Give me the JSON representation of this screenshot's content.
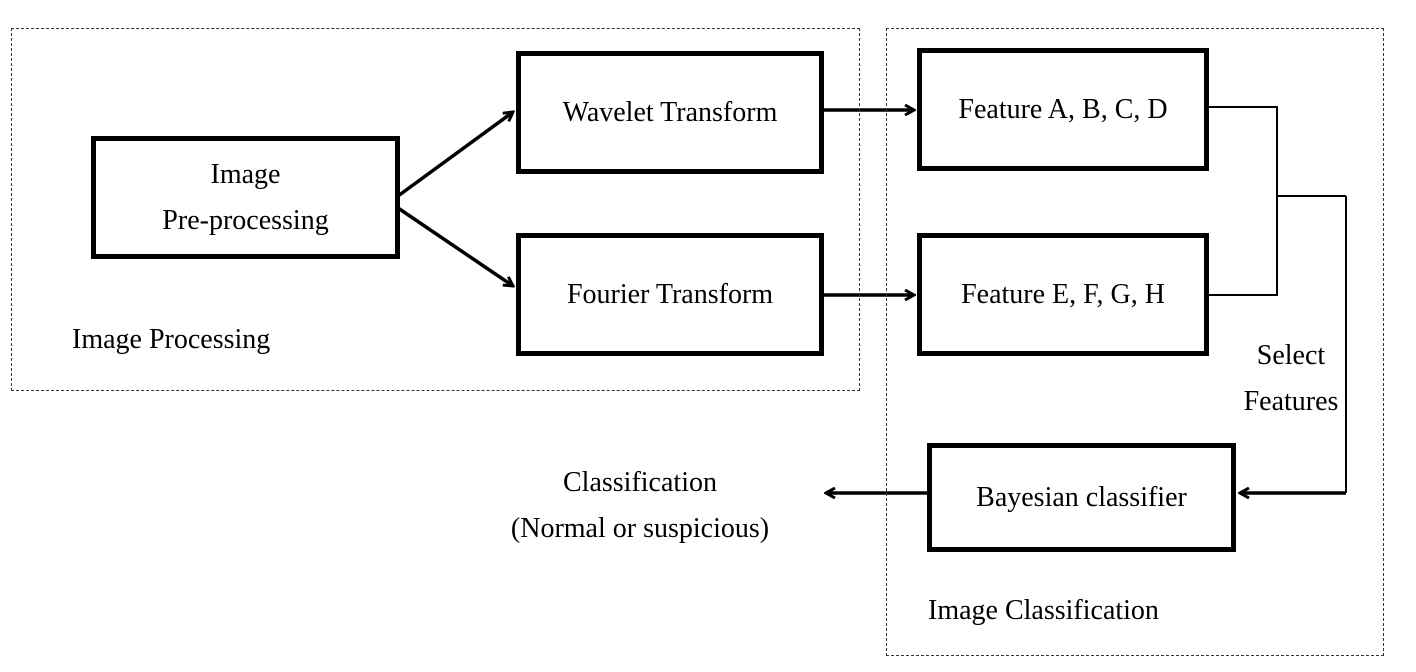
{
  "groups": {
    "image_processing": "Image Processing",
    "image_classification": "Image Classification"
  },
  "nodes": {
    "preprocessing": {
      "line1": "Image",
      "line2": "Pre-processing"
    },
    "wavelet": "Wavelet Transform",
    "fourier": "Fourier Transform",
    "features_abcd": "Feature A, B, C, D",
    "features_efgh": "Feature E, F, G, H",
    "classifier": "Bayesian classifier"
  },
  "labels": {
    "select_features": {
      "line1": "Select",
      "line2": "Features"
    },
    "output": {
      "line1": "Classification",
      "line2": "(Normal or suspicious)"
    }
  },
  "edges": [
    {
      "from": "preprocessing",
      "to": "wavelet"
    },
    {
      "from": "preprocessing",
      "to": "fourier"
    },
    {
      "from": "wavelet",
      "to": "features_abcd"
    },
    {
      "from": "fourier",
      "to": "features_efgh"
    },
    {
      "from": "features_abcd",
      "to": "classifier",
      "via": "select_features"
    },
    {
      "from": "features_efgh",
      "to": "classifier",
      "via": "select_features"
    },
    {
      "from": "classifier",
      "to": "output"
    }
  ]
}
